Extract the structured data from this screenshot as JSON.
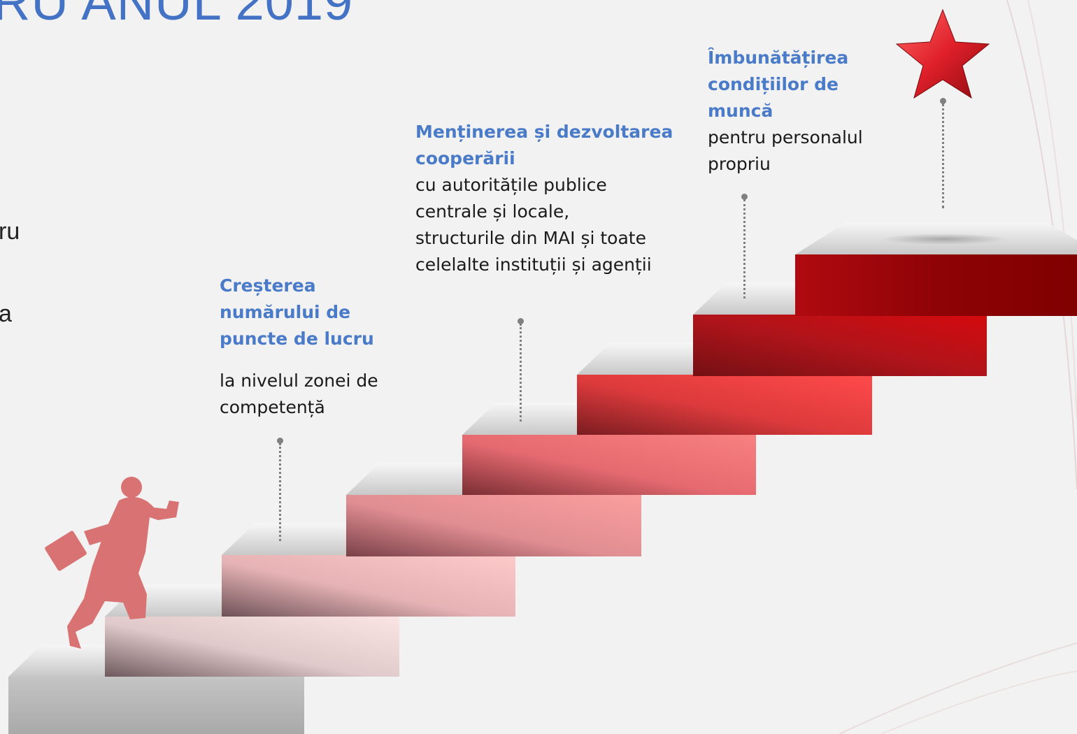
{
  "slide": {
    "title": "RU ANUL 2019",
    "left_fragments": [
      "ru",
      "a"
    ]
  },
  "goals": [
    {
      "heading_lines": [
        "Creșterea",
        "numărului de",
        "puncte de lucru"
      ],
      "body_lines": [
        "la nivelul zonei de",
        "competență"
      ]
    },
    {
      "heading_lines": [
        "Menținerea și dezvoltarea",
        "cooperării"
      ],
      "body_lines": [
        "cu autoritățile publice",
        "centrale și locale,",
        "structurile din MAI și toate",
        "celelalte instituții și agenții"
      ]
    },
    {
      "heading_lines": [
        "Îmbunătățirea",
        "condițiilor de",
        "muncă"
      ],
      "body_lines": [
        "pentru personalul",
        "propriu"
      ]
    }
  ],
  "icons": {
    "climber": "running-businessman-icon",
    "goal": "star-icon"
  },
  "colors": {
    "heading": "#4a7bc8",
    "body_text": "#1a1a1a",
    "star": "#e0202a",
    "climber": "#d97373"
  }
}
